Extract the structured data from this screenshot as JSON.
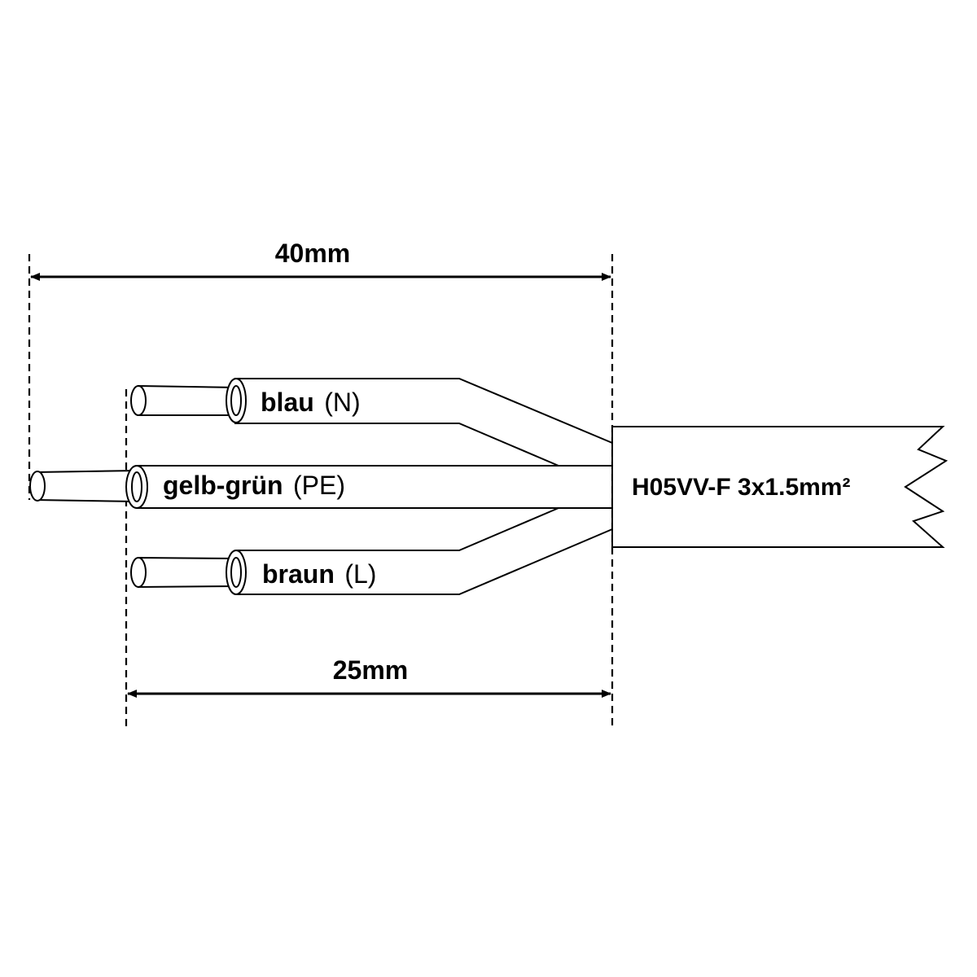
{
  "dimensions": {
    "outer_label": "40mm",
    "inner_label": "25mm"
  },
  "wires": [
    {
      "id": "n",
      "name": "blau",
      "code": "(N)"
    },
    {
      "id": "pe",
      "name": "gelb-grün",
      "code": "(PE)"
    },
    {
      "id": "l",
      "name": "braun",
      "code": "(L)"
    }
  ],
  "cable": {
    "type_label": "H05VV-F 3x1.5mm²"
  }
}
